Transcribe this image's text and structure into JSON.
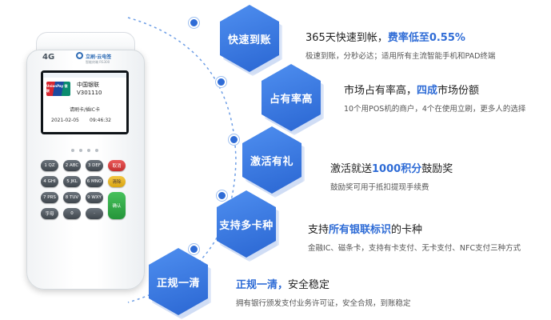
{
  "pos": {
    "network": "4G",
    "brand": "立刷·云电签",
    "brand_sub": "智能终端 RS300",
    "screen": {
      "card_logo": "UnionPay 银联",
      "bank": "中国银联",
      "code": "V301110",
      "prompt": "请刷卡/插IC卡",
      "date": "2021-02-05",
      "time": "09:46:32"
    },
    "keys": [
      {
        "label": "1 QZ",
        "type": "num"
      },
      {
        "label": "2 ABC",
        "type": "num"
      },
      {
        "label": "3 DEF",
        "type": "num"
      },
      {
        "label": "取消",
        "type": "red"
      },
      {
        "label": "4 GHI",
        "type": "num"
      },
      {
        "label": "5 JKL",
        "type": "num"
      },
      {
        "label": "6 MNO",
        "type": "num"
      },
      {
        "label": "清除",
        "type": "yellow"
      },
      {
        "label": "7 PRS",
        "type": "num"
      },
      {
        "label": "8 TUV",
        "type": "num"
      },
      {
        "label": "9 WXY",
        "type": "num"
      },
      {
        "label": "确认",
        "type": "green"
      },
      {
        "label": "字母",
        "type": "num"
      },
      {
        "label": "0",
        "type": "num"
      },
      {
        "label": "·",
        "type": "num"
      },
      {
        "label": "",
        "type": "empty"
      }
    ]
  },
  "features": [
    {
      "hex": "快速到账",
      "head_parts": [
        {
          "text": "365天快速到帐，",
          "hl": false
        },
        {
          "text": "费率低至0.55%",
          "hl": true
        }
      ],
      "desc": "极速到账，分秒必达；适用所有主流智能手机和PAD终端"
    },
    {
      "hex": "占有率高",
      "head_parts": [
        {
          "text": "市场占有率高，",
          "hl": false
        },
        {
          "text": "四成",
          "hl": true
        },
        {
          "text": "市场份额",
          "hl": false
        }
      ],
      "desc": "10个用POS机的商户，4个在使用立刷，更多人的选择"
    },
    {
      "hex": "激活有礼",
      "head_parts": [
        {
          "text": "激活就送",
          "hl": false
        },
        {
          "text": "1000积分",
          "hl": true
        },
        {
          "text": "鼓励奖",
          "hl": false
        }
      ],
      "desc": "鼓励奖可用于抵扣提现手续费"
    },
    {
      "hex": "支持多卡种",
      "head_parts": [
        {
          "text": "支持",
          "hl": false
        },
        {
          "text": "所有银联标识",
          "hl": true
        },
        {
          "text": "的卡种",
          "hl": false
        }
      ],
      "desc": "金融IC、磁条卡，支持有卡支付、无卡支付、NFC支付三种方式"
    },
    {
      "hex": "正规一清",
      "head_parts": [
        {
          "text": "正规一清，",
          "hl": true
        },
        {
          "text": "安全稳定",
          "hl": false
        }
      ],
      "desc": "拥有银行颁发支付业务许可证，安全合规，到账稳定"
    }
  ],
  "colors": {
    "accent": "#2f6cd6",
    "hex_gradient_top": "#4f8ff0",
    "hex_gradient_bottom": "#2a66d2",
    "arc": "#6f9fe6"
  }
}
